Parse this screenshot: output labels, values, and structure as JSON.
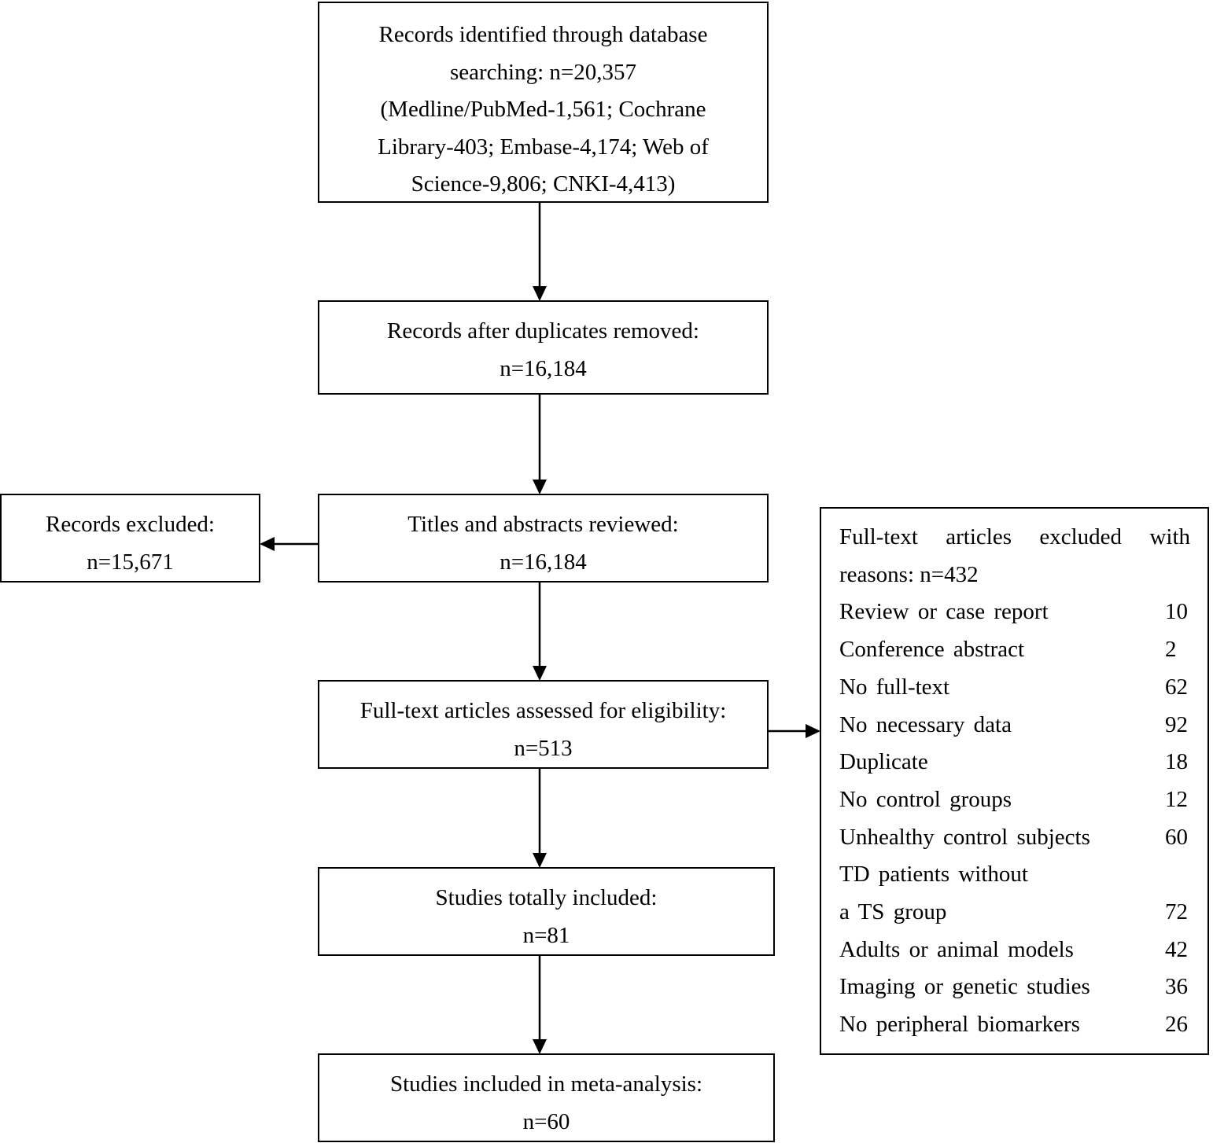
{
  "flowchart": {
    "identified": {
      "lines": [
        "Records identified through database",
        "searching: n=20,357",
        "(Medline/PubMed-1,561; Cochrane",
        "Library-403; Embase-4,174; Web of",
        "Science-9,806; CNKI-4,413)"
      ]
    },
    "duplicates_removed": {
      "lines": [
        "Records after duplicates removed:",
        "n=16,184"
      ]
    },
    "screened": {
      "lines": [
        "Titles and abstracts reviewed:",
        "n=16,184"
      ]
    },
    "records_excluded": {
      "lines": [
        "Records excluded:",
        "n=15,671"
      ]
    },
    "eligibility": {
      "lines": [
        "Full-text articles assessed for eligibility:",
        "n=513"
      ]
    },
    "included": {
      "lines": [
        "Studies totally included:",
        "n=81"
      ]
    },
    "meta_analysis": {
      "lines": [
        "Studies included in meta-analysis:",
        "n=60"
      ]
    },
    "fulltext_excluded": {
      "heading_line1": "Full-text articles excluded with",
      "heading_line2": "reasons: n=432",
      "reasons": [
        {
          "label": "Review or case report",
          "count": "10"
        },
        {
          "label": "Conference abstract",
          "count": "2"
        },
        {
          "label": "No full-text",
          "count": "62"
        },
        {
          "label": "No necessary data",
          "count": "92"
        },
        {
          "label": "Duplicate",
          "count": "18"
        },
        {
          "label": "No control groups",
          "count": "12"
        },
        {
          "label": "Unhealthy control subjects",
          "count": "60"
        },
        {
          "label": "TD patients without",
          "count": ""
        },
        {
          "label": "a TS group",
          "count": "72"
        },
        {
          "label": "Adults or animal models",
          "count": "42"
        },
        {
          "label": "Imaging or genetic studies",
          "count": "36"
        },
        {
          "label": "No peripheral biomarkers",
          "count": "26"
        }
      ]
    }
  }
}
